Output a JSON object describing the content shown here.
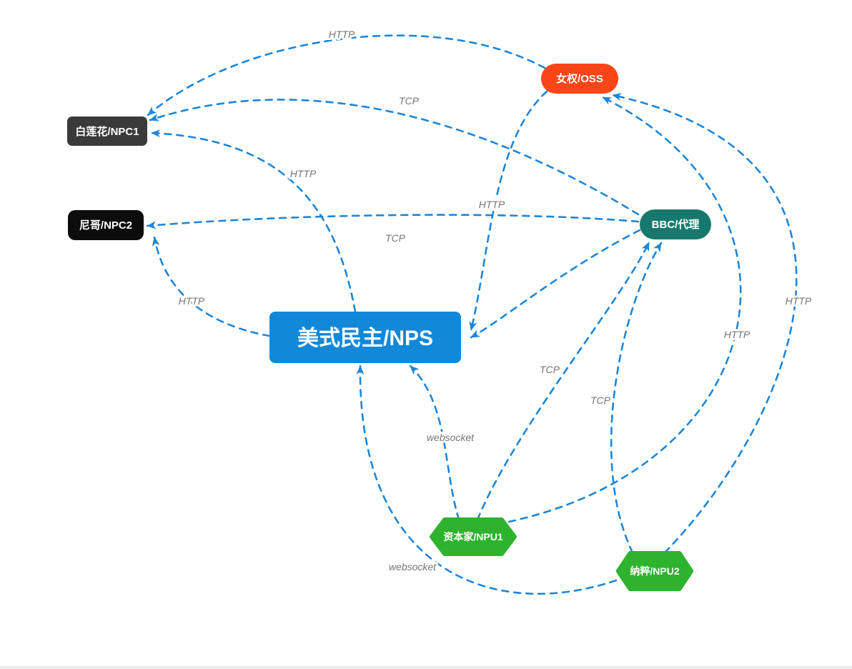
{
  "diagram": {
    "type": "network-topology",
    "background": "#ffffff",
    "bottom_edge_color": "#ebebeb"
  },
  "colors": {
    "edge": "#1d86d8",
    "edge_label": "#757575",
    "node_text": "#ffffff"
  },
  "nodes": {
    "oss": {
      "label": "女权/OSS",
      "shape": "pill",
      "color": "#fa4616"
    },
    "npc1": {
      "label": "白莲花/NPC1",
      "shape": "rounded-rect",
      "color": "#3a3a3a"
    },
    "npc2": {
      "label": "尼哥/NPC2",
      "shape": "rounded-rect",
      "color": "#0c0c0c"
    },
    "nps": {
      "label": "美式民主/NPS",
      "shape": "rect",
      "color": "#1288d9"
    },
    "bbc": {
      "label": "BBC/代理",
      "shape": "pill",
      "color": "#17796d"
    },
    "npu1": {
      "label": "资本家/NPU1",
      "shape": "hexagon",
      "color": "#2db32d"
    },
    "npu2": {
      "label": "纳粹/NPU2",
      "shape": "hexagon",
      "color": "#2db32d"
    }
  },
  "edges": [
    {
      "from": "女权/OSS",
      "to": "白莲花/NPC1",
      "label": "HTTP"
    },
    {
      "from": "BBC/代理",
      "to": "白莲花/NPC1",
      "label": "TCP"
    },
    {
      "from": "美式民主/NPS",
      "to": "白莲花/NPC1",
      "label": "HTTP"
    },
    {
      "from": "BBC/代理",
      "to": "尼哥/NPC2",
      "label": "TCP"
    },
    {
      "from": "美式民主/NPS",
      "to": "尼哥/NPC2",
      "label": "HTTP"
    },
    {
      "from": "女权/OSS",
      "to": "美式民主/NPS",
      "label": "HTTP"
    },
    {
      "from": "BBC/代理",
      "to": "美式民主/NPS",
      "label": ""
    },
    {
      "from": "资本家/NPU1",
      "to": "美式民主/NPS",
      "label": "websocket"
    },
    {
      "from": "纳粹/NPU2",
      "to": "美式民主/NPS",
      "label": "websocket"
    },
    {
      "from": "资本家/NPU1",
      "to": "BBC/代理",
      "label": "TCP"
    },
    {
      "from": "纳粹/NPU2",
      "to": "BBC/代理",
      "label": "TCP"
    },
    {
      "from": "资本家/NPU1",
      "to": "女权/OSS",
      "label": "HTTP"
    },
    {
      "from": "纳粹/NPU2",
      "to": "女权/OSS",
      "label": "HTTP"
    }
  ]
}
